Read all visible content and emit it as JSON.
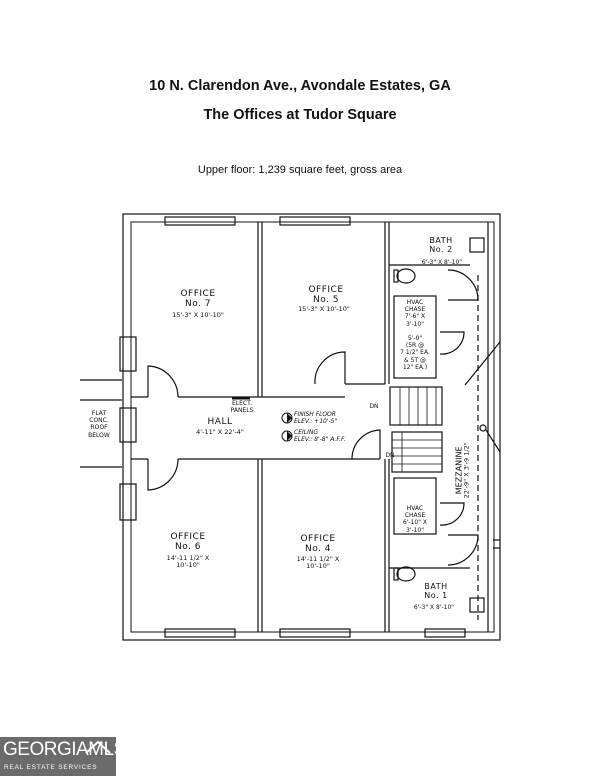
{
  "header": {
    "address": "10 N. Clarendon Ave., Avondale Estates, GA",
    "building": "The Offices at Tudor Square",
    "area_note": "Upper floor:  1,239 square feet, gross area"
  },
  "rooms": {
    "office7": {
      "name1": "OFFICE",
      "name2": "No. 7",
      "dims": "15'-3\" X 10'-10\""
    },
    "office5": {
      "name1": "OFFICE",
      "name2": "No. 5",
      "dims": "15'-3\" X 10'-10\""
    },
    "office6": {
      "name1": "OFFICE",
      "name2": "No. 6",
      "dims1": "14'-11 1/2\" X",
      "dims2": "10'-10\""
    },
    "office4": {
      "name1": "OFFICE",
      "name2": "No. 4",
      "dims1": "14'-11 1/2\" X",
      "dims2": "10'-10\""
    },
    "bath2": {
      "name1": "BATH",
      "name2": "No. 2",
      "dims": "6'-3\" X 8'-10\""
    },
    "bath1": {
      "name1": "BATH",
      "name2": "No. 1",
      "dims": "6'-3\" X 8'-10\""
    },
    "hall": {
      "name": "HALL",
      "dims": "4'-11\" X 22'-4\""
    },
    "hvac_upper": {
      "l1": "HVAC",
      "l2": "CHASE",
      "l3": "7'-6\" X",
      "l4": "3'-10\""
    },
    "hvac_lower": {
      "l1": "HVAC",
      "l2": "CHASE",
      "l3": "6'-10\" X",
      "l4": "3'-10\""
    },
    "mezzanine": {
      "name": "MEZZANINE",
      "dims": "22'-9\" X 3'-9 1/2\""
    }
  },
  "notes": {
    "stair_note": [
      "5'-0\"",
      "(5R @",
      "7 1/2\" EA.",
      "& 5T @",
      "12\" EA.)"
    ],
    "elect": [
      "ELECT.",
      "PANELS"
    ],
    "finish_floor": [
      "FINISH FLOOR",
      "ELEV.: +10'-5\""
    ],
    "ceiling": [
      "CEILING",
      "ELEV.: 8'-8\" A.F.F."
    ],
    "roof": [
      "FLAT",
      "CONC.",
      "ROOF",
      "BELOW"
    ],
    "dn_upper": "DN",
    "dn_lower": "DN"
  },
  "watermark": {
    "brand": "GEORGIAMLS",
    "tagline": "REAL ESTATE SERVICES"
  }
}
